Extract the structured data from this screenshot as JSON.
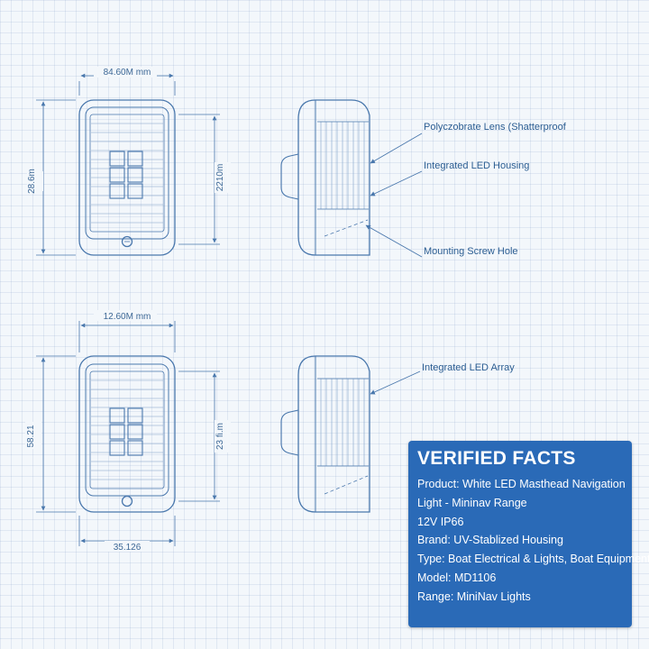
{
  "dimensions": {
    "top_width": "84.60M mm",
    "top_height_left": "28.6m",
    "top_height_right": "2210m",
    "bottom_width_top": "12.60M mm",
    "bottom_height_left": "58.21",
    "bottom_height_right": "23 fi.m",
    "bottom_width_bottom": "35.126"
  },
  "callouts": {
    "lens": "Polyczobrate Lens (Shatterproof",
    "housing": "Integrated LED Housing",
    "screw_hole": "Mounting Screw Hole",
    "led_array": "Integrated LED Array"
  },
  "facts": {
    "title": "VERIFIED FACTS",
    "lines": [
      "Product: White LED Masthead Navigation",
      "Light - Mininav Range",
      "12V IP66",
      "Brand:  UV-Stablized Housing",
      "Type: Boat Electrical & Lights, Boat Equipment",
      "Model: MD1106",
      "Range: MiniNav Lights"
    ]
  },
  "colors": {
    "line": "#4a78ad",
    "panel": "#2a6ab7",
    "text_on_panel": "#ffffff"
  }
}
